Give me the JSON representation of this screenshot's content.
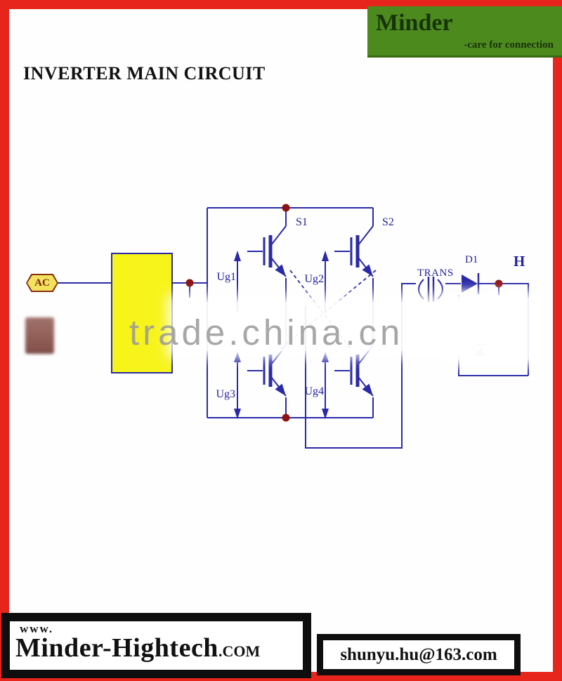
{
  "logo": {
    "name": "Minder",
    "tagline": "-care for connection"
  },
  "title": "INVERTER MAIN CIRCUIT",
  "watermark": {
    "text": "trade.china.cn"
  },
  "circuit": {
    "ac": "AC",
    "s1": "S1",
    "s2": "S2",
    "ug1": "Ug1",
    "ug2": "Ug2",
    "ug3": "Ug3",
    "ug4": "Ug4",
    "trans": "TRANS",
    "d1": "D1",
    "h": "H"
  },
  "footer": {
    "www_prefix": "www.",
    "site_name": "Minder-Hightech",
    "site_tld": ".COM",
    "email": "shunyu.hu@163.com"
  },
  "colors": {
    "frame_red": "#e8251d",
    "logo_green": "#4d8a1e",
    "wire_navy": "#2a2aa8",
    "block_yellow": "#f7f41c",
    "junction_dot_red": "#8e1212",
    "ac_badge_border": "#8a2f12",
    "watermark_grey": "#9b9b9b"
  }
}
